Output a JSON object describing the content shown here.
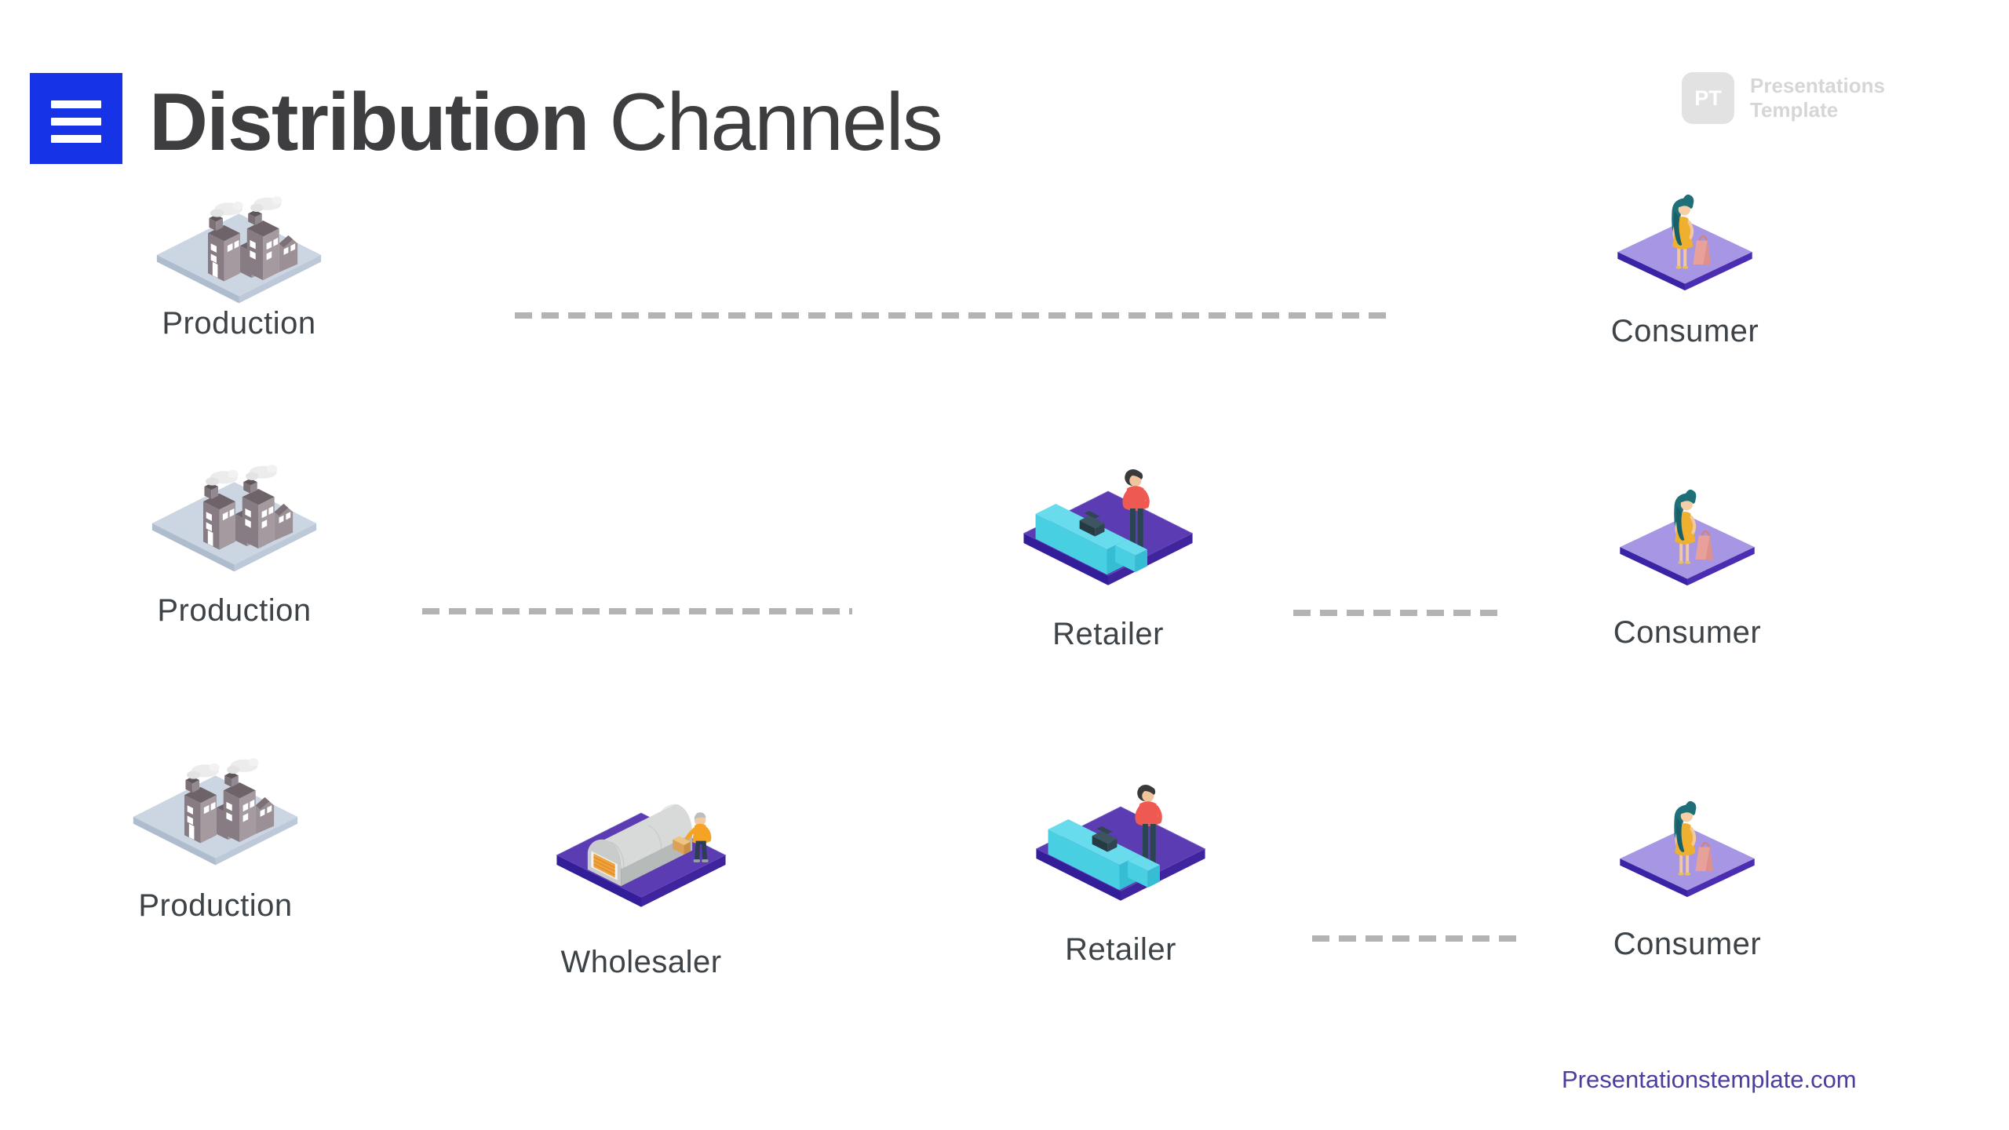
{
  "header": {
    "title_bold": "Distribution",
    "title_regular": " Channels",
    "title_color": "#3e3e40",
    "menu_color": "#1733e8"
  },
  "watermark": {
    "initials": "PT",
    "line1": "Presentations",
    "line2": "Template"
  },
  "nodes": {
    "row1_production": "Production",
    "row1_consumer": "Consumer",
    "row2_production": "Production",
    "row2_retailer": "Retailer",
    "row2_consumer": "Consumer",
    "row3_production": "Production",
    "row3_wholesaler": "Wholesaler",
    "row3_retailer": "Retailer",
    "row3_consumer": "Consumer"
  },
  "footer": {
    "link": "Presentationstemplate.com",
    "link_color": "#4a3f9f"
  },
  "palette": {
    "dash_gray": "#b3b3b3",
    "label_color": "#3d4347",
    "platform_blue_top": "#ccd6e2",
    "platform_purple_top": "#5b3cb2",
    "platform_lilac_top": "#a796e3",
    "counter_cyan": "#49cfe2",
    "garage_door_orange": "#f0a23c",
    "dress_yellow": "#eeb02e",
    "hair_teal": "#1f6f78",
    "shirt_red": "#ee5a52",
    "jacket_orange": "#f5a325"
  }
}
